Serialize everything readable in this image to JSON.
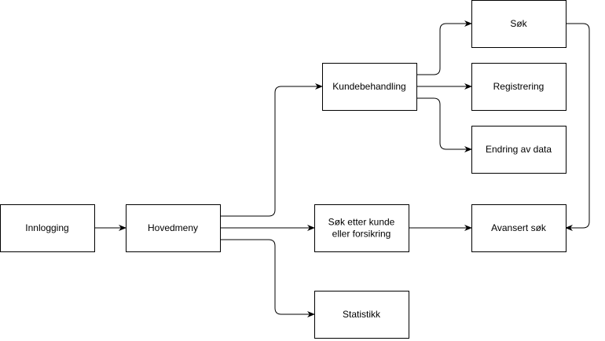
{
  "diagram": {
    "nodes": [
      {
        "id": "innlogging",
        "lines": [
          "Innlogging"
        ]
      },
      {
        "id": "hovedmeny",
        "lines": [
          "Hovedmeny"
        ]
      },
      {
        "id": "kundebehandling",
        "lines": [
          "Kundebehandling"
        ]
      },
      {
        "id": "sok-etter-kunde",
        "lines": [
          "Søk etter kunde",
          "eller forsikring"
        ]
      },
      {
        "id": "statistikk",
        "lines": [
          "Statistikk"
        ]
      },
      {
        "id": "sok",
        "lines": [
          "Søk"
        ]
      },
      {
        "id": "registrering",
        "lines": [
          "Registrering"
        ]
      },
      {
        "id": "endring-av-data",
        "lines": [
          "Endring av data"
        ]
      },
      {
        "id": "avansert-sok",
        "lines": [
          "Avansert søk"
        ]
      }
    ],
    "edges": [
      {
        "from": "innlogging",
        "to": "hovedmeny"
      },
      {
        "from": "hovedmeny",
        "to": "kundebehandling"
      },
      {
        "from": "hovedmeny",
        "to": "sok-etter-kunde"
      },
      {
        "from": "hovedmeny",
        "to": "statistikk"
      },
      {
        "from": "kundebehandling",
        "to": "sok"
      },
      {
        "from": "kundebehandling",
        "to": "registrering"
      },
      {
        "from": "kundebehandling",
        "to": "endring-av-data"
      },
      {
        "from": "sok-etter-kunde",
        "to": "avansert-sok"
      },
      {
        "from": "sok",
        "to": "avansert-sok"
      }
    ]
  }
}
